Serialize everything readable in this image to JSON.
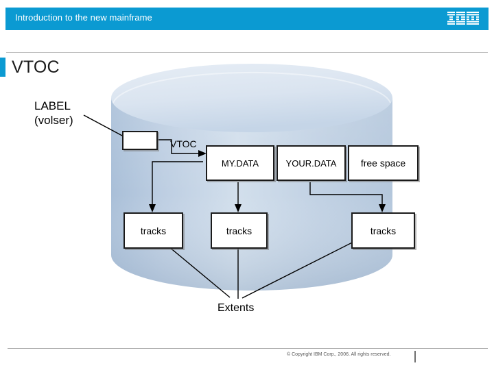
{
  "header": {
    "title": "Introduction to the new mainframe",
    "brand": "IBM",
    "bar_color": "#0b9ad2"
  },
  "slide": {
    "title": "VTOC",
    "marker_color": "#0b9ad2"
  },
  "diagram": {
    "cylinder": {
      "name": "disk-volume-cylinder",
      "top_color": "#dbe5f0",
      "body_top_color": "#c3d3e5",
      "body_bottom_color": "#aec3da"
    },
    "labels": {
      "label": "LABEL",
      "volser": "(volser)",
      "vtoc": "VTOC",
      "extents": "Extents"
    },
    "boxes": [
      {
        "id": "label-target",
        "text": ""
      },
      {
        "id": "mydata",
        "text": "MY.DATA"
      },
      {
        "id": "yourdata",
        "text": "YOUR.DATA"
      },
      {
        "id": "freespace",
        "text": "free space"
      },
      {
        "id": "tracks-1",
        "text": "tracks"
      },
      {
        "id": "tracks-2",
        "text": "tracks"
      },
      {
        "id": "tracks-3",
        "text": "tracks"
      }
    ]
  },
  "footer": {
    "copyright": "© Copyright IBM Corp., 2006. All rights reserved."
  }
}
